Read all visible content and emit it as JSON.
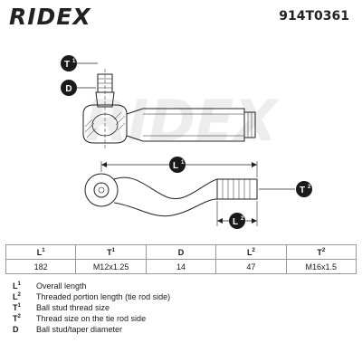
{
  "header": {
    "brand": "RIDEX",
    "part_number": "914T0361"
  },
  "drawing": {
    "callouts": [
      {
        "id": "t1",
        "label": "T",
        "sup": "1"
      },
      {
        "id": "d",
        "label": "D",
        "sup": ""
      },
      {
        "id": "l1",
        "label": "L",
        "sup": "1"
      },
      {
        "id": "t2",
        "label": "T",
        "sup": "2"
      },
      {
        "id": "l2",
        "label": "L",
        "sup": "2"
      }
    ]
  },
  "table": {
    "headers": [
      {
        "label": "L",
        "sup": "1"
      },
      {
        "label": "T",
        "sup": "1"
      },
      {
        "label": "D",
        "sup": ""
      },
      {
        "label": "L",
        "sup": "2"
      },
      {
        "label": "T",
        "sup": "2"
      }
    ],
    "values": [
      "182",
      "M12x1.25",
      "14",
      "47",
      "M16x1.5"
    ]
  },
  "legend": [
    {
      "label": "L",
      "sup": "1",
      "desc": "Overall length"
    },
    {
      "label": "L",
      "sup": "2",
      "desc": "Threaded portion length (tie rod side)"
    },
    {
      "label": "T",
      "sup": "1",
      "desc": "Ball stud thread size"
    },
    {
      "label": "T",
      "sup": "2",
      "desc": "Thread size on the tie rod side"
    },
    {
      "label": "D",
      "sup": "",
      "desc": "Ball stud/taper diameter"
    }
  ]
}
